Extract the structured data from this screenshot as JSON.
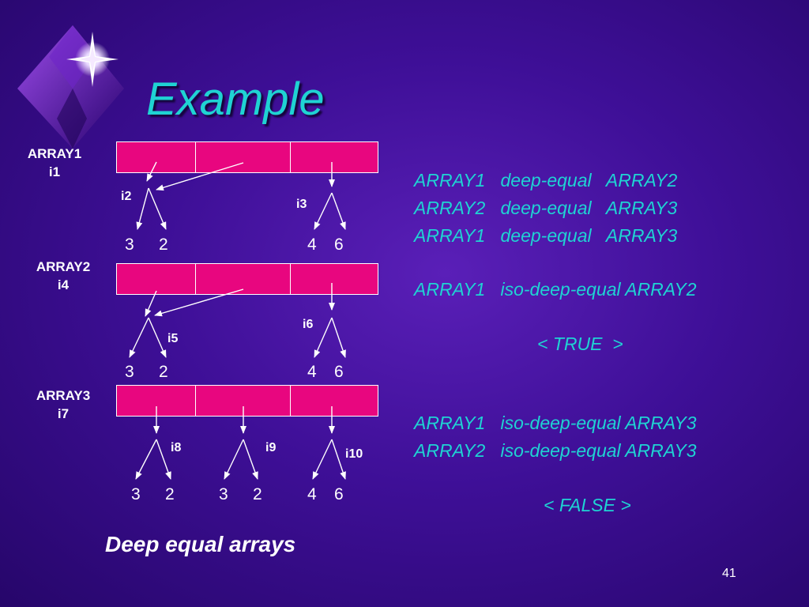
{
  "title": "Example",
  "arrays": [
    {
      "name": "ARRAY1",
      "id": "i1"
    },
    {
      "name": "ARRAY2",
      "id": "i4"
    },
    {
      "name": "ARRAY3",
      "id": "i7"
    }
  ],
  "nodes": {
    "i2": "i2",
    "i3": "i3",
    "i5": "i5",
    "i6": "i6",
    "i8": "i8",
    "i9": "i9",
    "i10": "i10"
  },
  "values": {
    "r1": [
      "3",
      "2",
      "4",
      "6"
    ],
    "r2": [
      "3",
      "2",
      "4",
      "6"
    ],
    "r3": [
      "3",
      "2",
      "3",
      "2",
      "4",
      "6"
    ]
  },
  "statements": [
    "ARRAY1   deep-equal   ARRAY2",
    "ARRAY2   deep-equal   ARRAY3",
    "ARRAY1   deep-equal   ARRAY3",
    "ARRAY1   iso-deep-equal ARRAY2",
    "< TRUE  >",
    "ARRAY1   iso-deep-equal ARRAY3",
    "ARRAY2   iso-deep-equal ARRAY3",
    "< FALSE >"
  ],
  "caption": "Deep equal arrays",
  "page_number": "41",
  "colors": {
    "background": "#3e0f97",
    "title": "#1fd3d3",
    "cell": "#e8067f",
    "text": "#ffffff"
  },
  "icons": [
    "star-diamond-icon"
  ]
}
